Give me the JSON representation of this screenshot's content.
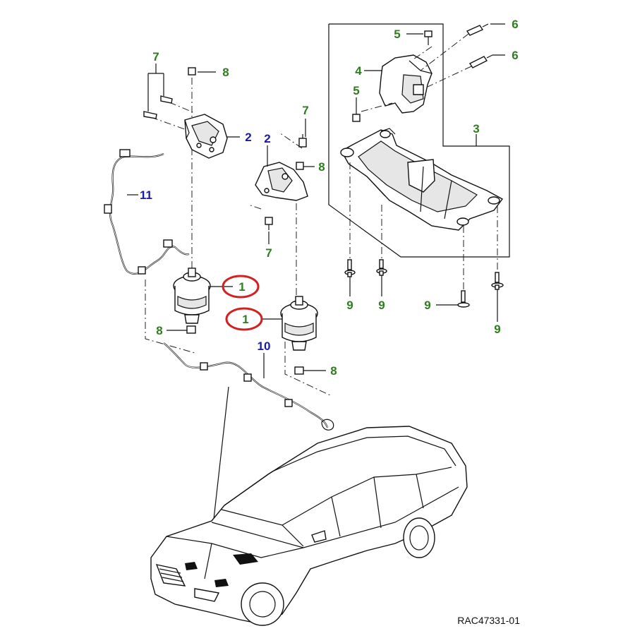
{
  "colors": {
    "label_green": "#2e7d1e",
    "label_blue": "#1a1aa8",
    "callout_red": "#d32020",
    "line": "#111111"
  },
  "callouts": [
    {
      "id": "c1a",
      "text": "1",
      "color": "red-circle"
    },
    {
      "id": "c1b",
      "text": "1",
      "color": "red-circle"
    },
    {
      "id": "c2a",
      "text": "2",
      "color": "blue"
    },
    {
      "id": "c2b",
      "text": "2",
      "color": "blue"
    },
    {
      "id": "c3",
      "text": "3",
      "color": "green"
    },
    {
      "id": "c4",
      "text": "4",
      "color": "green"
    },
    {
      "id": "c5a",
      "text": "5",
      "color": "green"
    },
    {
      "id": "c5b",
      "text": "5",
      "color": "green"
    },
    {
      "id": "c6a",
      "text": "6",
      "color": "green"
    },
    {
      "id": "c6b",
      "text": "6",
      "color": "green"
    },
    {
      "id": "c7a",
      "text": "7",
      "color": "green"
    },
    {
      "id": "c7b",
      "text": "7",
      "color": "green"
    },
    {
      "id": "c7c",
      "text": "7",
      "color": "green"
    },
    {
      "id": "c8a",
      "text": "8",
      "color": "green"
    },
    {
      "id": "c8b",
      "text": "8",
      "color": "green"
    },
    {
      "id": "c8c",
      "text": "8",
      "color": "green"
    },
    {
      "id": "c8d",
      "text": "8",
      "color": "green"
    },
    {
      "id": "c9a",
      "text": "9",
      "color": "green"
    },
    {
      "id": "c9b",
      "text": "9",
      "color": "green"
    },
    {
      "id": "c9c",
      "text": "9",
      "color": "green"
    },
    {
      "id": "c9d",
      "text": "9",
      "color": "green"
    },
    {
      "id": "c10",
      "text": "10",
      "color": "blue"
    },
    {
      "id": "c11",
      "text": "11",
      "color": "blue"
    }
  ],
  "reference_code": "RAC47331-01"
}
